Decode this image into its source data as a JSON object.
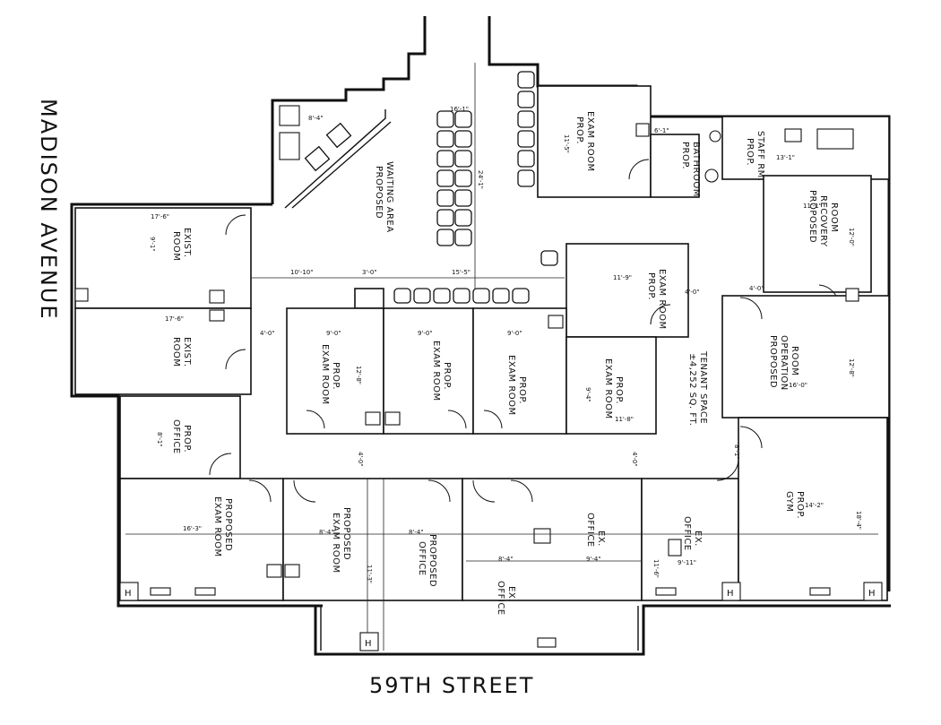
{
  "streets": {
    "madison": "MADISON AVENUE",
    "fifty_ninth": "59TH STREET"
  },
  "tenant_space": {
    "line1": "TENANT SPACE",
    "line2": "±4,252 SQ. FT."
  },
  "rooms": {
    "waiting": [
      "PROPOSED",
      "WAITING AREA"
    ],
    "exist_room_1": [
      "EXIST.",
      "ROOM"
    ],
    "exist_room_2": [
      "EXIST.",
      "ROOM"
    ],
    "prop_office": [
      "PROP.",
      "OFFICE"
    ],
    "prop_exam_top": [
      "PROP.",
      "EXAM ROOM"
    ],
    "prop_exam_right": [
      "PROP.",
      "EXAM ROOM"
    ],
    "prop_bathroom": [
      "PROP.",
      "BATHROOM"
    ],
    "prop_staff": [
      "PROP.",
      "STAFF RM."
    ],
    "recovery": [
      "PROPOSED",
      "RECOVERY",
      "ROOM"
    ],
    "operation": [
      "PROPOSED",
      "OPERATION",
      "ROOM"
    ],
    "exam_a": [
      "PROP.",
      "EXAM ROOM"
    ],
    "exam_b": [
      "PROP.",
      "EXAM ROOM"
    ],
    "exam_c": [
      "PROP.",
      "EXAM ROOM"
    ],
    "exam_d": [
      "PROP.",
      "EXAM ROOM"
    ],
    "big_exam_1": [
      "PROPOSED",
      "EXAM ROOM"
    ],
    "big_exam_2": [
      "PROPOSED",
      "EXAM ROOM"
    ],
    "prop_office_2": [
      "PROPOSED",
      "OFFICE"
    ],
    "ex_office_1": [
      "EX.",
      "OFFICE"
    ],
    "ex_office_2": [
      "EX.",
      "OFFICE"
    ],
    "ex_office_3": [
      "EX.",
      "OFFICE"
    ],
    "gym": [
      "PROP.",
      "GYM"
    ]
  },
  "dimensions": {
    "d1": "8'-4\"",
    "d2": "16'-1\"",
    "d3": "24'-1\"",
    "d4": "11'-5\"",
    "d5": "6'-1\"",
    "d6": "13'-1\"",
    "d7": "17'-6\"",
    "d8": "9'-1\"",
    "d9": "10'-10\"",
    "d10": "3'-0\"",
    "d11": "15'-5\"",
    "d12": "11'-1\"",
    "d13": "12'-0\"",
    "d14": "17'-6\"",
    "d15": "8'-1\"",
    "d16": "4'-0\"",
    "d17": "4'-0\"",
    "d18": "4'-0\"",
    "d19": "9'-0\"",
    "d20": "9'-0\"",
    "d21": "9'-0\"",
    "d22": "12'-8\"",
    "d23": "11'-8\"",
    "d24": "16'-0\"",
    "d25": "11'-9\"",
    "d26": "8'-1\"",
    "d27": "16'-3\"",
    "d28": "8'-4\"",
    "d29": "8'-4\"",
    "d30": "8'-4\"",
    "d31": "9'-4\"",
    "d32": "14'-2\"",
    "d33": "18'-4\"",
    "d34": "11'-6\"",
    "d35": "9'-11\"",
    "d36": "4'-0\"",
    "d37": "4'-0\"",
    "d38": "12'-8\"",
    "d39": "11'-3\"",
    "d40": "9'-4\""
  }
}
